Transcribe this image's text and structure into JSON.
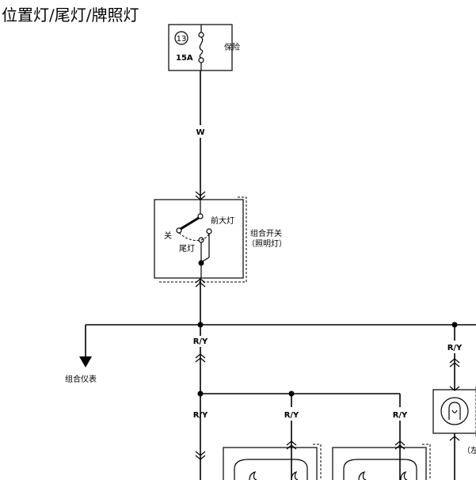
{
  "title": "位置灯/尾灯/牌照灯",
  "fuse": {
    "number": "13",
    "rating": "15A",
    "label": "保险"
  },
  "wires": {
    "main": "W",
    "branch_a": "R/Y",
    "branch_b": "R/Y",
    "branch_c": "R/Y",
    "branch_d": "R/Y",
    "branch_e": "R/Y"
  },
  "switch": {
    "label_line1": "组合开关",
    "label_line2": "（照明灯）",
    "pos_off": "关",
    "pos_tail": "尾灯",
    "pos_head": "前大灯"
  },
  "cluster_label": "组合仪表",
  "lamp_label_partial": "（左"
}
